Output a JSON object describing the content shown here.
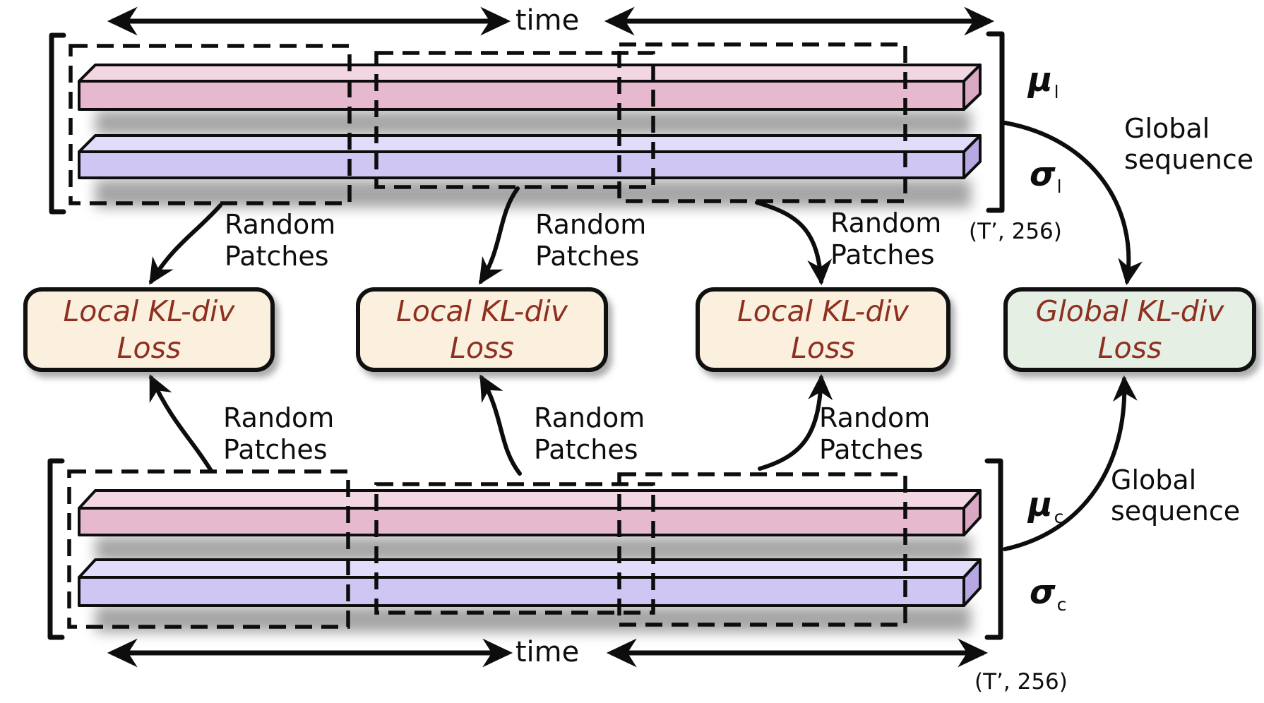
{
  "colors": {
    "mu_bar_front": "#e6b9ce",
    "mu_bar_top": "#f2d6e3",
    "mu_bar_side": "#d9a8c3",
    "sigma_bar_front": "#cfc6f4",
    "sigma_bar_top": "#e1dcfa",
    "sigma_bar_side": "#b7a8e4",
    "local_box_bg": "#faf0dd",
    "global_box_bg": "#e5efe4",
    "loss_text": "#8e2f20",
    "stroke": "#0d0d0d"
  },
  "time_axis": {
    "top_label": "time",
    "bottom_label": "time"
  },
  "patch_labels": {
    "top": [
      "Random\nPatches",
      "Random\nPatches",
      "Random\nPatches"
    ],
    "bottom": [
      "Random\nPatches",
      "Random\nPatches",
      "Random\nPatches"
    ]
  },
  "loss_boxes": [
    {
      "id": "local-1",
      "label": "Local KL-div\nLoss"
    },
    {
      "id": "local-2",
      "label": "Local KL-div\nLoss"
    },
    {
      "id": "local-3",
      "label": "Local KL-div\nLoss"
    },
    {
      "id": "global",
      "label": "Global KL-div\nLoss"
    }
  ],
  "sequence_top": {
    "mu_symbol": "μ",
    "mu_subscript": "l",
    "sigma_symbol": "σ",
    "sigma_subscript": "l",
    "shape": "(T’, 256)",
    "global_sequence_label": "Global\nsequence"
  },
  "sequence_bottom": {
    "mu_symbol": "μ",
    "mu_subscript": "c",
    "sigma_symbol": "σ",
    "sigma_subscript": "c",
    "shape": "(T’, 256)",
    "global_sequence_label": "Global\nsequence"
  }
}
